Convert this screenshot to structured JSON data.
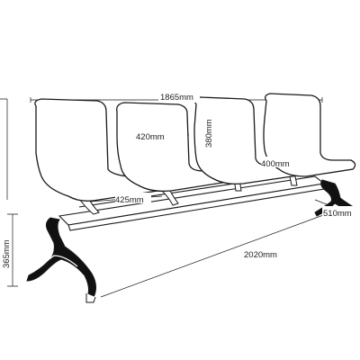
{
  "dimensions": {
    "overall_width": "1865mm",
    "seat_width": "420mm",
    "back_height": "380mm",
    "seat_depth": "400mm",
    "seat_spacing": "425mm",
    "foot_depth": "510mm",
    "seat_height": "365mm",
    "beam_length": "2020mm"
  },
  "colors": {
    "line": "#1a1a1a",
    "leg_fill": "#111111",
    "background": "#ffffff"
  }
}
